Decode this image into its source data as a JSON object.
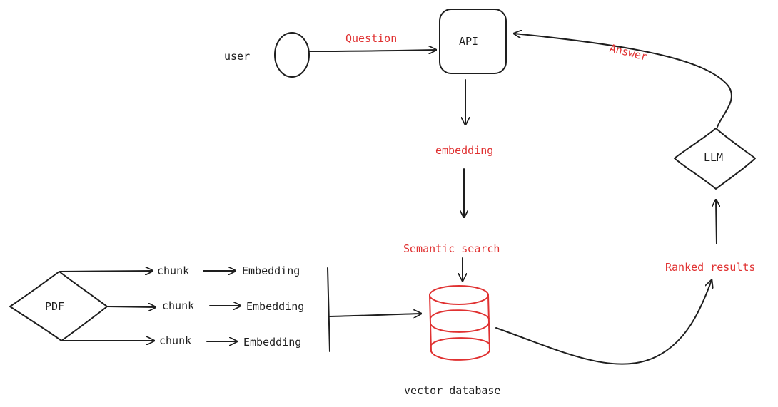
{
  "labels": {
    "user": "user",
    "question": "Question",
    "api": "API",
    "answer": "Answer",
    "embedding_query": "embedding",
    "semantic_search": "Semantic search",
    "llm": "LLM",
    "ranked_results": "Ranked results",
    "pdf": "PDF",
    "chunk1": "chunk",
    "chunk2": "chunk",
    "chunk3": "chunk",
    "embedding1": "Embedding",
    "embedding2": "Embedding",
    "embedding3": "Embedding",
    "vector_database": "vector database"
  },
  "colors": {
    "ink": "#1e1e1e",
    "accent": "#e03131"
  }
}
